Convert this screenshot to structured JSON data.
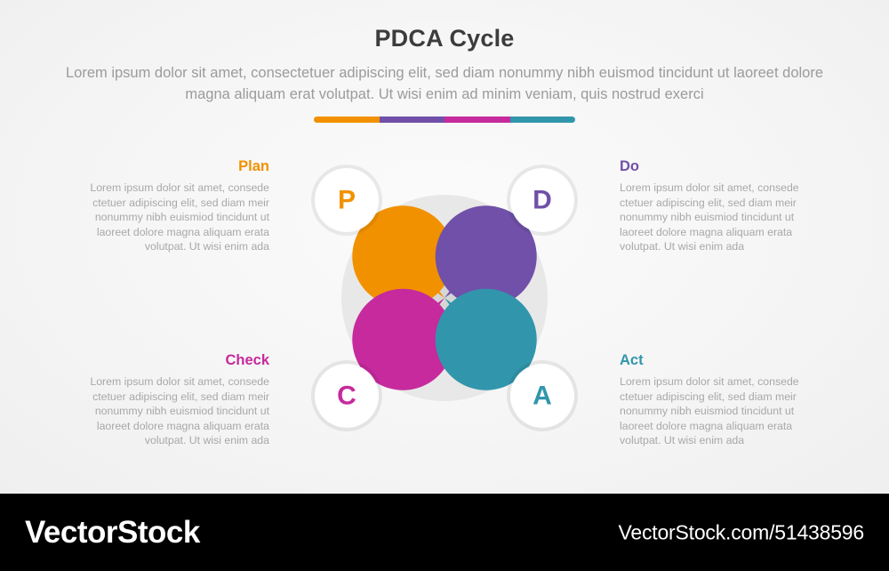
{
  "header": {
    "title": "PDCA Cycle",
    "subtitle": "Lorem ipsum dolor sit amet, consectetuer adipiscing elit, sed diam nonummy nibh euismod tincidunt ut laoreet dolore magna aliquam erat volutpat. Ut wisi enim ad minim veniam, quis nostrud exerci"
  },
  "divider": {
    "segments": [
      "#f29100",
      "#7050a8",
      "#c62a9d",
      "#3196ac"
    ]
  },
  "colors": {
    "plan": "#f29100",
    "do": "#7050a8",
    "check": "#c62a9d",
    "act": "#3196ac",
    "body_text": "#a8a8a8",
    "title_text": "#3c3c3c",
    "subtitle_text": "#9b9b9b",
    "ring_outer": "#e8e8e8",
    "ring_inner": "#d6d6d6",
    "footer_bg": "#000000"
  },
  "stages": [
    {
      "key": "plan",
      "letter": "P",
      "heading": "Plan",
      "body": "Lorem ipsum dolor sit amet, consede ctetuer adipiscing elit, sed diam meir nonummy nibh euismiod tincidunt ut laoreet dolore magna aliquam erata volutpat. Ut wisi enim ada",
      "color": "#f29100",
      "side": "left"
    },
    {
      "key": "do",
      "letter": "D",
      "heading": "Do",
      "body": "Lorem ipsum dolor sit amet, consede ctetuer adipiscing elit, sed diam meir nonummy nibh euismiod tincidunt ut laoreet dolore magna aliquam erata volutpat. Ut wisi enim ada",
      "color": "#7050a8",
      "side": "right"
    },
    {
      "key": "check",
      "letter": "C",
      "heading": "Check",
      "body": "Lorem ipsum dolor sit amet, consede ctetuer adipiscing elit, sed diam meir nonummy nibh euismiod tincidunt ut laoreet dolore magna aliquam erata volutpat. Ut wisi enim ada",
      "color": "#c62a9d",
      "side": "left"
    },
    {
      "key": "act",
      "letter": "A",
      "heading": "Act",
      "body": "Lorem ipsum dolor sit amet, consede ctetuer adipiscing elit, sed diam meir nonummy nibh euismiod tincidunt ut laoreet dolore magna aliquam erata volutpat. Ut wisi enim ada",
      "color": "#3196ac",
      "side": "right"
    }
  ],
  "footer": {
    "brand": "VectorStock",
    "url": "VectorStock.com/51438596"
  }
}
